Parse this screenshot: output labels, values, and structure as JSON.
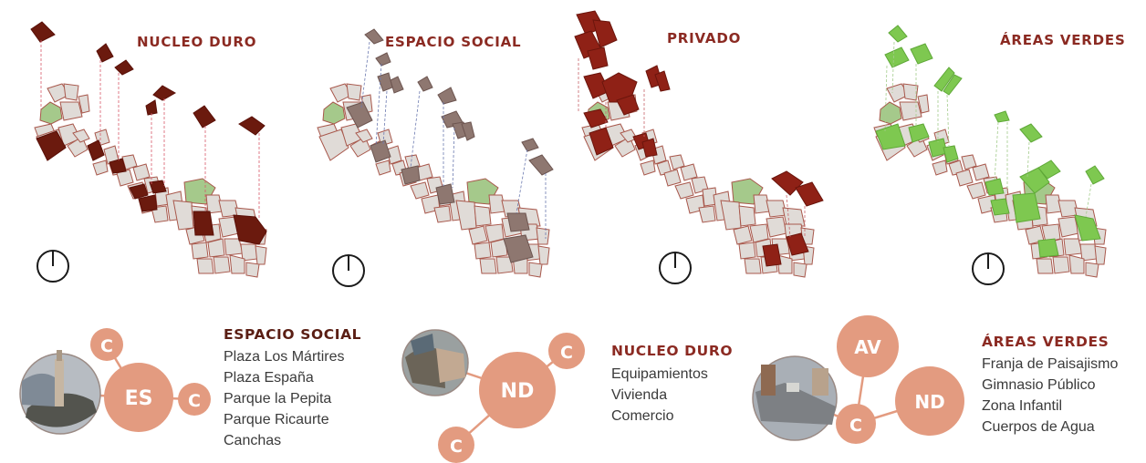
{
  "maps": [
    {
      "title": "NUCLEO DURO"
    },
    {
      "title": "ESPACIO SOCIAL"
    },
    {
      "title": "PRIVADO"
    },
    {
      "title": "ÁREAS VERDES"
    }
  ],
  "captions": [
    {
      "title": "ESPACIO SOCIAL",
      "items": [
        "Plaza Los Mártires",
        "Plaza España",
        "Parque la Pepita",
        "Parque Ricaurte",
        "Canchas"
      ]
    },
    {
      "title": "NUCLEO DURO",
      "items": [
        "Equipamientos",
        "Vivienda",
        "Comercio"
      ]
    },
    {
      "title": "ÁREAS VERDES",
      "items": [
        "Franja de Paisajismo",
        "Gimnasio Público",
        "Zona Infantil",
        "Cuerpos de Agua"
      ]
    }
  ],
  "nodes": {
    "es": {
      "center": "ES",
      "sat1": "C",
      "sat2": "C"
    },
    "nd": {
      "center": "ND",
      "sat1": "C",
      "sat2": "C"
    },
    "av": {
      "center": "AV",
      "sat1": "ND",
      "sat2": "C"
    }
  },
  "colors": {
    "title": "#8b2a22",
    "caption_title_dark": "#5a1e14",
    "nucleo": "#6b1a0e",
    "social": "#8e7770",
    "privado": "#8f2116",
    "verde": "#7ec850",
    "base": "#e0dbd7",
    "outline": "#a8584c",
    "circle": "#e39b80"
  },
  "icons": [
    "north-arrow-icon"
  ]
}
